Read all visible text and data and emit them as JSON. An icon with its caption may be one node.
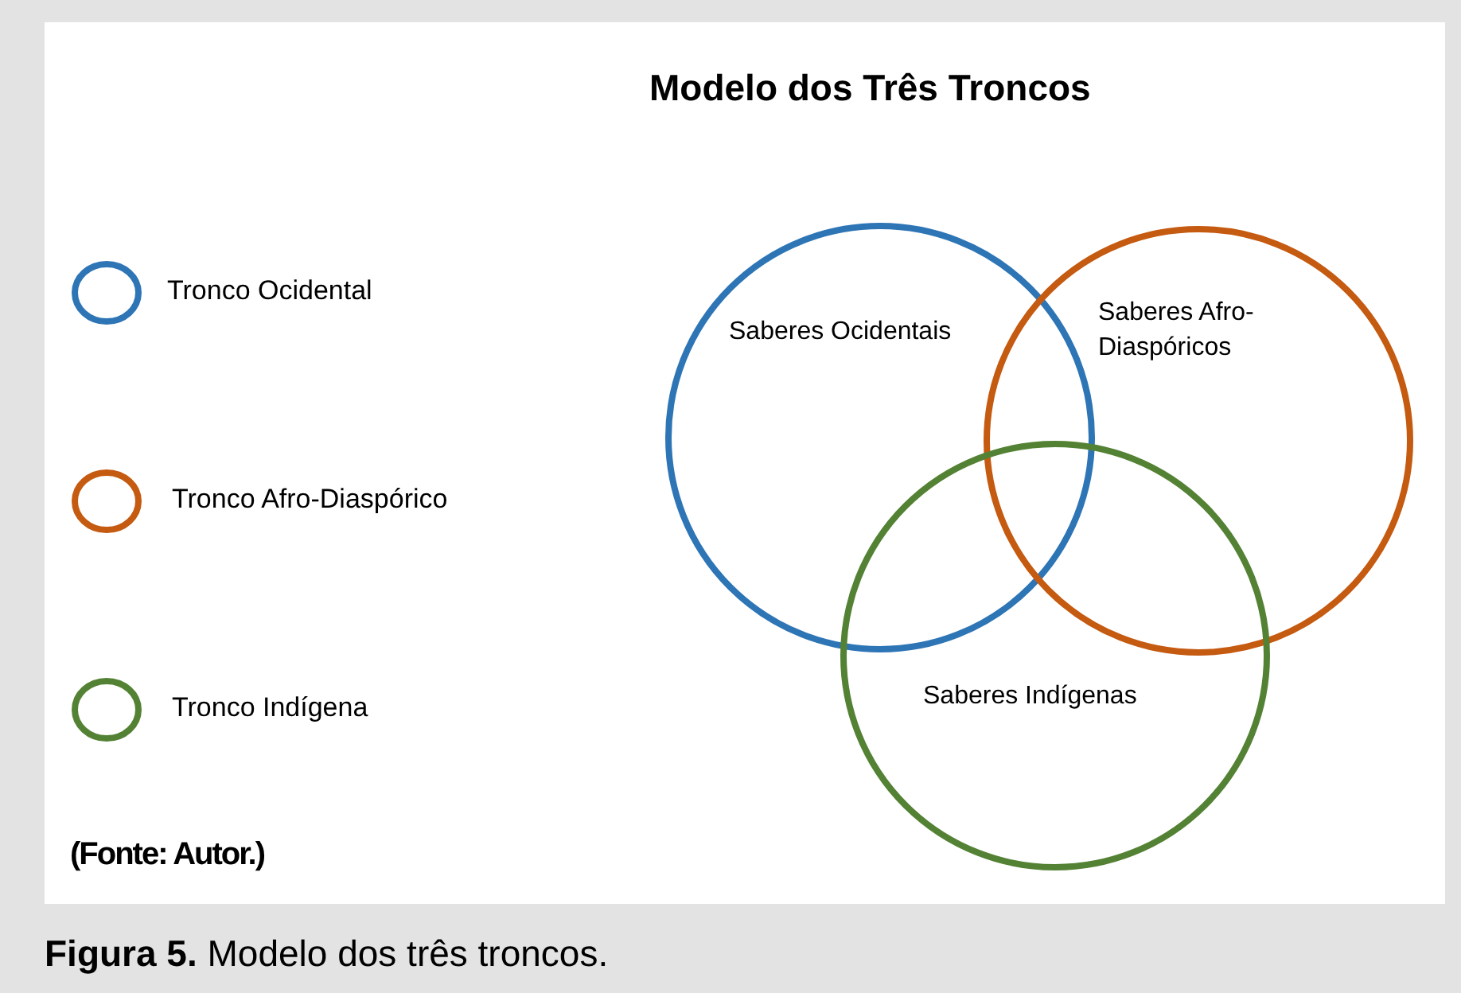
{
  "diagram": {
    "title": "Modelo dos Três Troncos",
    "caption": "**Figura 5.** Modelo dos três troncos.",
    "nodes": [
      {
        "text": [
          "Saberes Ocidentais"
        ]
      },
      {
        "text": [
          "Saberes Afro-Diaspóricos"
        ]
      },
      {
        "text": [
          "Saberes Indígenas"
        ]
      }
    ],
    "labels": [
      "(Fonte: Autor.)"
    ],
    "legend": [
      {
        "text": "Tronco Ocidental",
        "color": "#2e75b6"
      },
      {
        "text": "Tronco Afro-Diaspórico",
        "color": "#c55a11"
      },
      {
        "text": "Tronco Indígena",
        "color": "#548235"
      }
    ]
  }
}
